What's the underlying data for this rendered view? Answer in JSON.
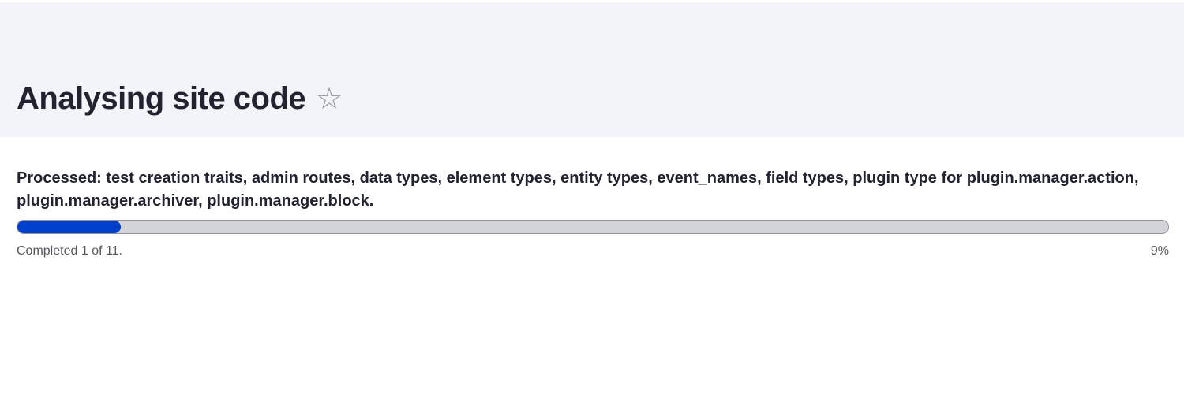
{
  "header": {
    "title": "Analysing site code",
    "favorite_icon": "star-outline-icon",
    "favorite_glyph": "☆"
  },
  "progress": {
    "message": "Processed: test creation traits, admin routes, data types, element types, entity types, event_names, field types, plugin type for plugin.manager.action, plugin.manager.archiver, plugin.manager.block.",
    "status": "Completed 1 of 11.",
    "percentage_label": "9%",
    "percent": 9,
    "completed": 1,
    "total": 11,
    "fill_color": "#003ecc",
    "track_color": "#d3d4d9"
  }
}
